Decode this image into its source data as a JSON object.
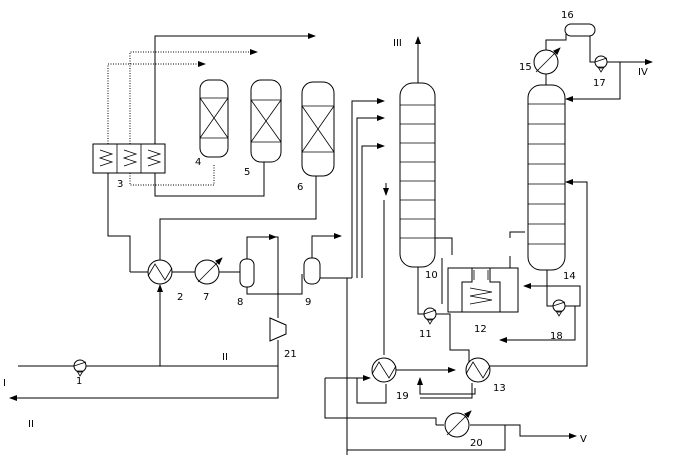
{
  "equipment_labels": {
    "eq1": "1",
    "eq2": "2",
    "eq3": "3",
    "eq4": "4",
    "eq5": "5",
    "eq6": "6",
    "eq7": "7",
    "eq8": "8",
    "eq9": "9",
    "eq10": "10",
    "eq11": "11",
    "eq12": "12",
    "eq13": "13",
    "eq14": "14",
    "eq15": "15",
    "eq16": "16",
    "eq17": "17",
    "eq18": "18",
    "eq19": "19",
    "eq20": "20",
    "eq21": "21"
  },
  "stream_labels": {
    "feed_I": "I",
    "gas_II_recycle": "II",
    "gas_II_out": "II",
    "gas_III": "III",
    "product_IV": "IV",
    "product_V": "V"
  }
}
